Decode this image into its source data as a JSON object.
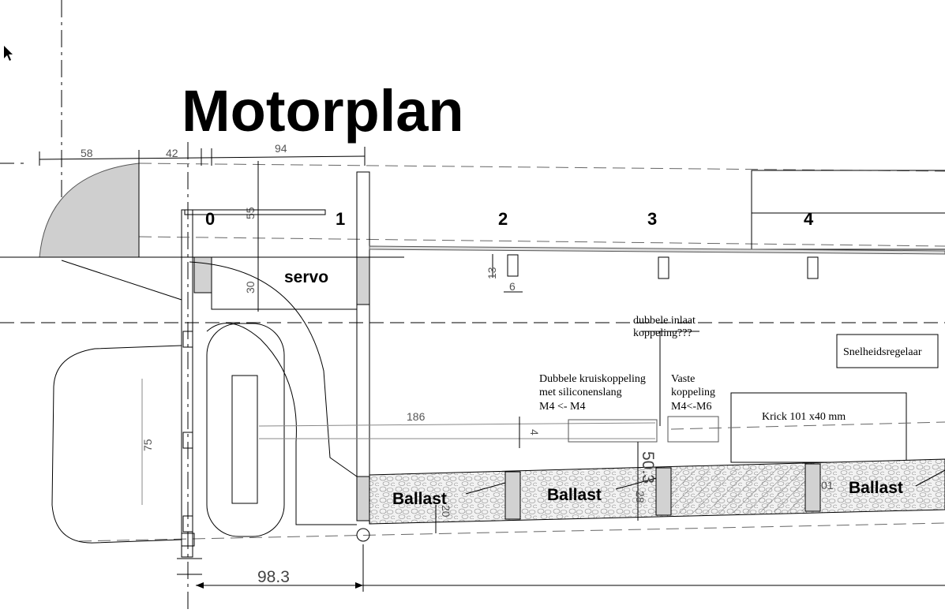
{
  "title": "Motorplan",
  "frames": [
    "0",
    "1",
    "2",
    "3",
    "4"
  ],
  "dimensions": {
    "d58": "58",
    "d42": "42",
    "d94": "94",
    "d55": "55",
    "d30": "30",
    "d13": "13",
    "d6": "6",
    "d75": "75",
    "d186": "186",
    "d4": "4",
    "d50": "50.3",
    "d28": "28",
    "d20": "20",
    "d98": "98.3",
    "d01": "01"
  },
  "labels": {
    "servo": "servo",
    "ballast": "Ballast",
    "dubbele_inlaat_1": "dubbele inlaat",
    "dubbele_inlaat_2": "koppeling???",
    "kruis_1": "Dubbele kruiskoppeling",
    "kruis_2": "met siliconenslang",
    "kruis_3": "M4 <- M4",
    "vaste_1": "Vaste",
    "vaste_2": "koppeling",
    "vaste_3": "M4<-M6",
    "krick": "Krick 101 x40 mm",
    "snelheid": "Snelheidsregelaar"
  },
  "icons": [
    "mouse-pointer-icon"
  ],
  "colors": {
    "line": "#000000",
    "fill_grey": "#d2d2d2",
    "dimension": "#555555"
  }
}
